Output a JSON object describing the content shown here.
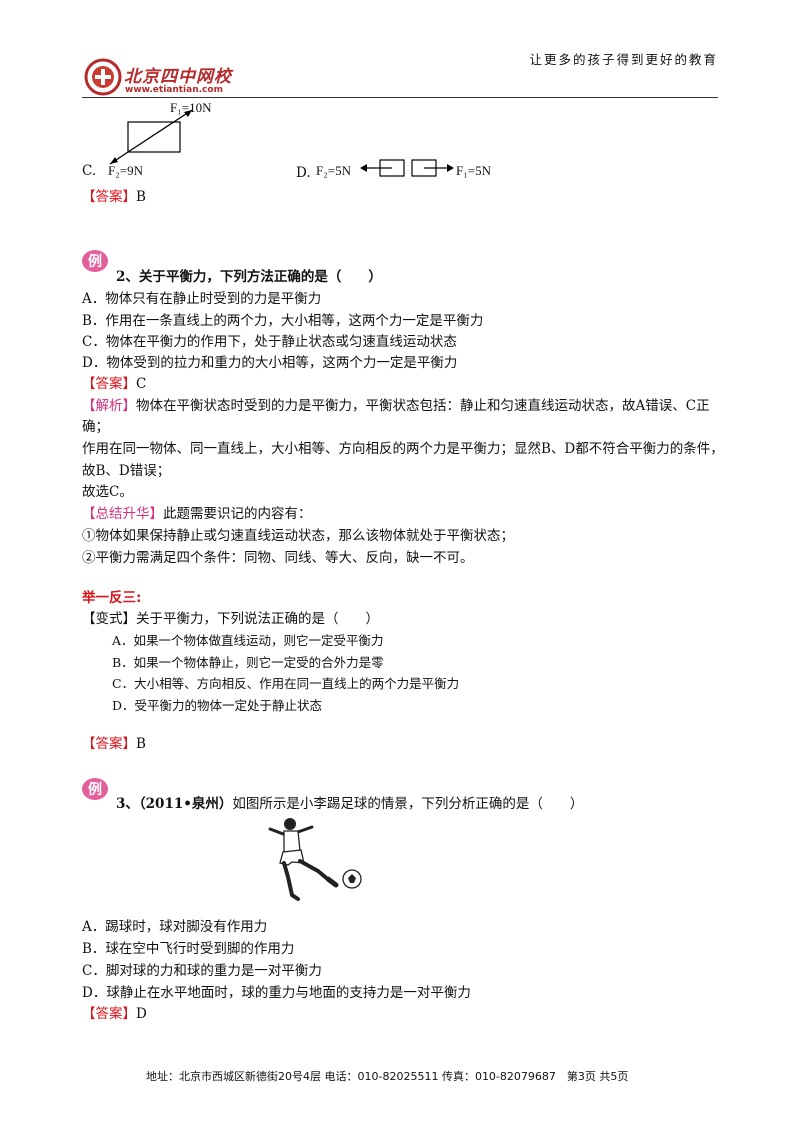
{
  "header": {
    "brand_name": "北京四中网校",
    "brand_url": "www.etiantian.com",
    "slogan": "让更多的孩子得到更好的教育"
  },
  "prev_question": {
    "option_c_label": "C.",
    "option_d_label": "D.",
    "c_f1": "F₁=10N",
    "c_f2": "F₂=9N",
    "d_f1": "F₁=5N",
    "d_f2": "F₂=5N",
    "answer_tag": "【答案】",
    "answer": "B"
  },
  "example_badge": "例",
  "q2": {
    "stem": "2、关于平衡力，下列方法正确的是（　　）",
    "options": [
      "A．物体只有在静止时受到的力是平衡力",
      "B．作用在一条直线上的两个力，大小相等，这两个力一定是平衡力",
      "C．物体在平衡力的作用下，处于静止状态或匀速直线运动状态",
      "D．物体受到的拉力和重力的大小相等，这两个力一定是平衡力"
    ],
    "answer_tag": "【答案】",
    "answer": "C",
    "analysis_tag": "【解析】",
    "analysis_l1": "物体在平衡状态时受到的力是平衡力，平衡状态包括：静止和匀速直线运动状态，故A错误、C正",
    "analysis_l2": "确；",
    "analysis_l3": "作用在同一物体、同一直线上，大小相等、方向相反的两个力是平衡力；显然B、D都不符合平衡力的条件，",
    "analysis_l4": "故B、D错误；",
    "analysis_l5": "故选C。",
    "summary_tag": "【总结升华】",
    "summary_l1": "此题需要识记的内容有：",
    "summary_l2": "①物体如果保持静止或匀速直线运动状态，那么该物体就处于平衡状态；",
    "summary_l3": "②平衡力需满足四个条件：同物、同线、等大、反向，缺一不可。"
  },
  "variant": {
    "heading": "举一反三:",
    "tag": "【变式】",
    "stem": "关于平衡力，下列说法正确的是（　　）",
    "options": [
      "A．如果一个物体做直线运动，则它一定受平衡力",
      "B．如果一个物体静止，则它一定受的合外力是零",
      "C．大小相等、方向相反、作用在同一直线上的两个力是平衡力",
      "D．受平衡力的物体一定处于静止状态"
    ],
    "answer_tag": "【答案】",
    "answer": "B"
  },
  "q3": {
    "number": "3、",
    "source": "（2011•泉州）",
    "stem": "如图所示是小李踢足球的情景，下列分析正确的是（　　）",
    "options": [
      "A．踢球时，球对脚没有作用力",
      "B．球在空中飞行时受到脚的作用力",
      "C．脚对球的力和球的重力是一对平衡力",
      "D．球静止在水平地面时，球的重力与地面的支持力是一对平衡力"
    ],
    "answer_tag": "【答案】",
    "answer": "D"
  },
  "footer": {
    "text": "地址：北京市西城区新德街20号4层  电话：010-82025511  传真：010-82079687　第3页  共5页"
  }
}
